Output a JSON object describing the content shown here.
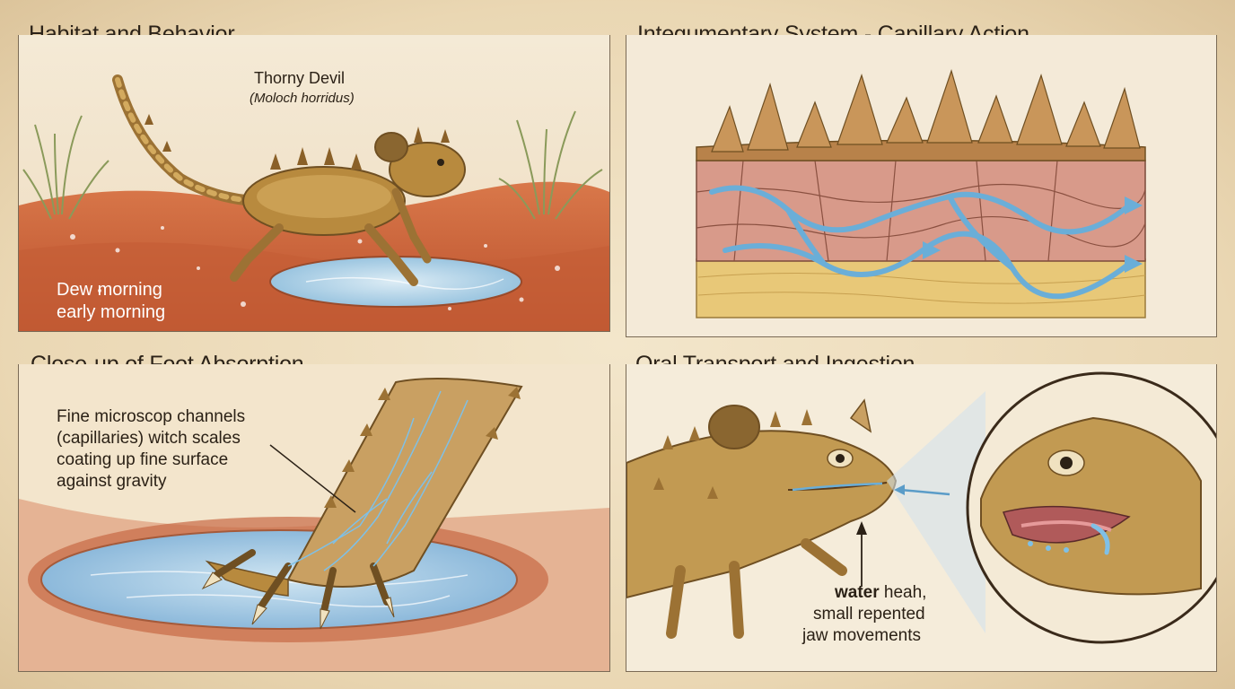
{
  "panels": {
    "habitat": {
      "title": "Habitat and Behavior.",
      "common_name": "Thorny Devil",
      "scientific_name": "(Moloch horridus)",
      "caption_line1": "Dew morning",
      "caption_line2": "early morning"
    },
    "integumentary": {
      "title": "Integumentary System - Capillary Action"
    },
    "foot": {
      "title": "Close-up of Foot Absorption",
      "note_line1": "Fine microscop channels",
      "note_line2": "(capillaries) witch scales",
      "note_line3": "coating up fine surface",
      "note_line4": "against gravity"
    },
    "oral": {
      "title": "Oral Transport and Ingestion",
      "note_bold": "water",
      "note_rest": " heah,",
      "note_line2": "small repented",
      "note_line3": "jaw movements"
    }
  },
  "colors": {
    "sand": "#c9603a",
    "water": "#7fb7dd",
    "lizard": "#b88a3e",
    "skin_pink": "#d89a8a",
    "fat_yellow": "#e8c878"
  }
}
